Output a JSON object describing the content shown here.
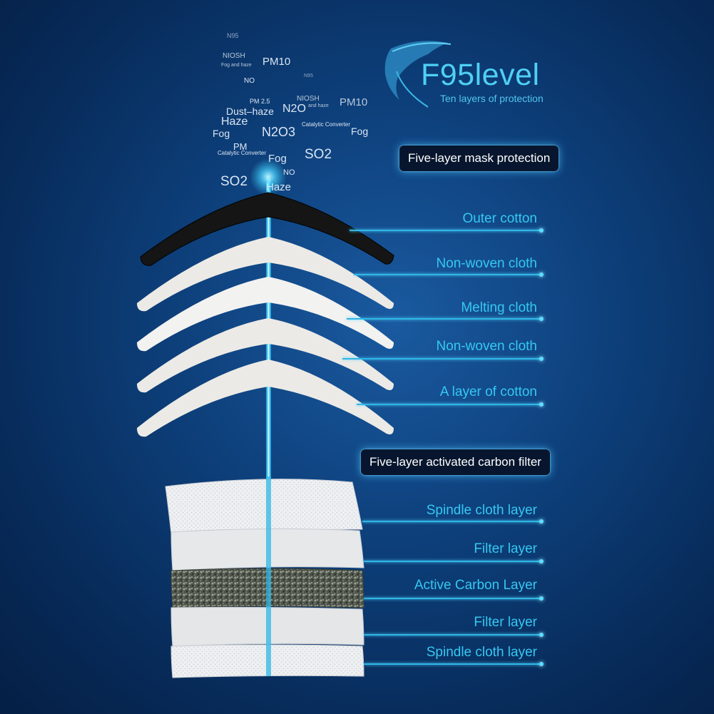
{
  "brand": {
    "title": "F95level",
    "subtitle": "Ten layers of protection"
  },
  "sections": {
    "mask_heading": "Five-layer mask protection",
    "filter_heading": "Five-layer activated carbon filter"
  },
  "mask_layers": [
    "Outer cotton",
    "Non-woven cloth",
    "Melting cloth",
    "Non-woven cloth",
    "A layer of cotton"
  ],
  "filter_layers": [
    "Spindle cloth layer",
    "Filter layer",
    "Active Carbon Layer",
    "Filter layer",
    "Spindle cloth layer"
  ],
  "pollutants": [
    "N95",
    "NIOSH",
    "Fog and haze",
    "PM10",
    "N95",
    "NO",
    "PM 2.5",
    "NIOSH",
    "and haze",
    "PM10",
    "Dust–haze",
    "N2O",
    "Haze",
    "Catalytic Converter",
    "Fog",
    "N2O3",
    "Fog",
    "PM",
    "Catalytic Converter",
    "SO2",
    "Fog",
    "NO",
    "SO2",
    "Haze"
  ],
  "colors": {
    "background": "#0d3f7a",
    "accent": "#35c8f2",
    "badge_bg": "#07162e",
    "mask_outer": "#151515",
    "mask_layer": "#eceae6",
    "filter_layer": "#e4e6e8",
    "carbon_layer": "#5a6055"
  }
}
